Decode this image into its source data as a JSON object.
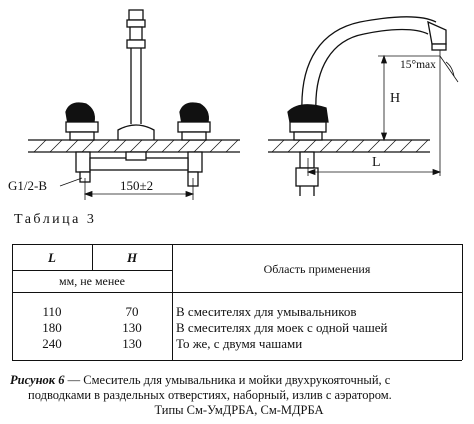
{
  "figure": {
    "dim_thread": "G1/2-B",
    "dim_spacing": "150±2",
    "dim_height": "H",
    "dim_length": "L",
    "dim_angle": "15°max"
  },
  "table": {
    "title": "Таблица 3",
    "header": {
      "col_l": "L",
      "col_h": "H",
      "col_area": "Область применения",
      "units": "мм, не менее"
    },
    "rows": [
      {
        "l": "110",
        "h": "70",
        "area": "В смесителях для умывальников"
      },
      {
        "l": "180",
        "h": "130",
        "area": "В смесителях для моек с одной чашей"
      },
      {
        "l": "240",
        "h": "130",
        "area": "То же, с двумя чашами"
      }
    ]
  },
  "caption": {
    "label": "Рисунок 6",
    "line1": " — Смеситель для умывальника и мойки двухрукояточный, с",
    "line2": "подводками в раздельных отверстиях, наборный, излив с аэратором.",
    "line3": "Типы См-УмДРБА, См-МДРБА"
  }
}
